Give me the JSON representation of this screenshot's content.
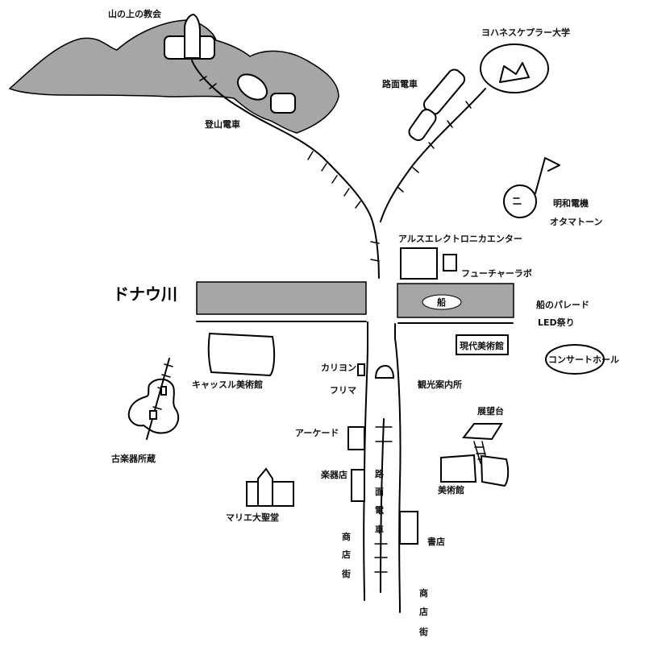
{
  "colors": {
    "water": "#a6a6a6",
    "mountain": "#a6a6a6",
    "ink": "#000000",
    "background": "#ffffff"
  },
  "labels": {
    "church": "山の上の教会",
    "university": "ヨハネスケプラー大学",
    "tram_north": "路面電車",
    "mountain_railway": "登山電車",
    "meiwa": "明和電機",
    "otamatone": "オタマトーン",
    "ars": "アルスエレクトロニカエンター",
    "future_lab": "フューチャーラボ",
    "danube": "ドナウ川",
    "ship": "船",
    "ship_parade": "船のパレード",
    "led_festival": "LED祭り",
    "modern_art": "現代美術館",
    "concert_hall": "コンサートホール",
    "carillon": "カリヨン",
    "flea_market": "フリマ",
    "castle_museum": "キャッスル美術館",
    "tourist_info": "観光案内所",
    "observatory": "展望台",
    "arcade": "アーケード",
    "old_instruments": "古楽器所蔵",
    "instrument_shop": "楽器店",
    "tram_vertical": "路面電車",
    "art_museum": "美術館",
    "cathedral": "マリエ大聖堂",
    "bookstore": "書店",
    "shopping_street_1": "商店街",
    "shopping_street_2": "商店街"
  }
}
